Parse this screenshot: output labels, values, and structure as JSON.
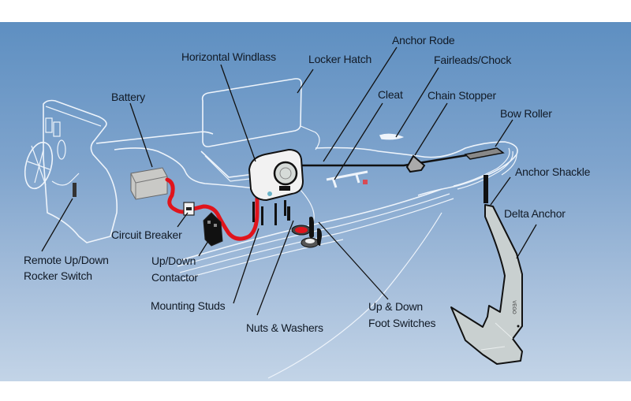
{
  "diagram": {
    "title": "Anchor windlass installation diagram",
    "colors": {
      "background_top": "#5e8fc1",
      "background_bottom": "#c3d4e7",
      "hull_lines": "#eef4fb",
      "cable": "#e0141c",
      "anchor_fill": "#c9d0d0",
      "label_text": "#111a26"
    },
    "labels": {
      "horizontal_windlass": "Horizontal Windlass",
      "locker_hatch": "Locker Hatch",
      "anchor_rode": "Anchor Rode",
      "fairleads_chock": "Fairleads/Chock",
      "cleat": "Cleat",
      "chain_stopper": "Chain Stopper",
      "bow_roller": "Bow Roller",
      "anchor_shackle": "Anchor Shackle",
      "delta_anchor": "Delta Anchor",
      "battery": "Battery",
      "circuit_breaker": "Circuit Breaker",
      "remote_switch_line1": "Remote Up/Down",
      "remote_switch_line2": "Rocker Switch",
      "contactor_line1": "Up/Down",
      "contactor_line2": "Contactor",
      "mounting_studs": "Mounting Studs",
      "nuts_washers": "Nuts & Washers",
      "foot_switches_line1": "Up & Down",
      "foot_switches_line2": "Foot Switches"
    }
  }
}
